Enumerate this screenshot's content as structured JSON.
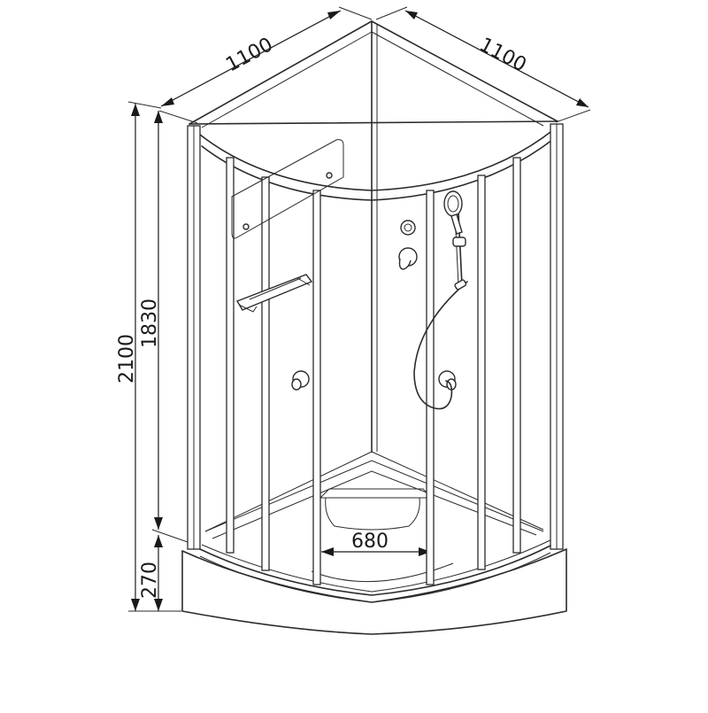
{
  "dimensions": {
    "width_left": "1100",
    "width_right": "1100",
    "total_height": "2100",
    "cabin_height": "1830",
    "tray_height": "270",
    "door_opening": "680"
  },
  "colors": {
    "line": "#2b2b2b",
    "background": "#ffffff"
  }
}
